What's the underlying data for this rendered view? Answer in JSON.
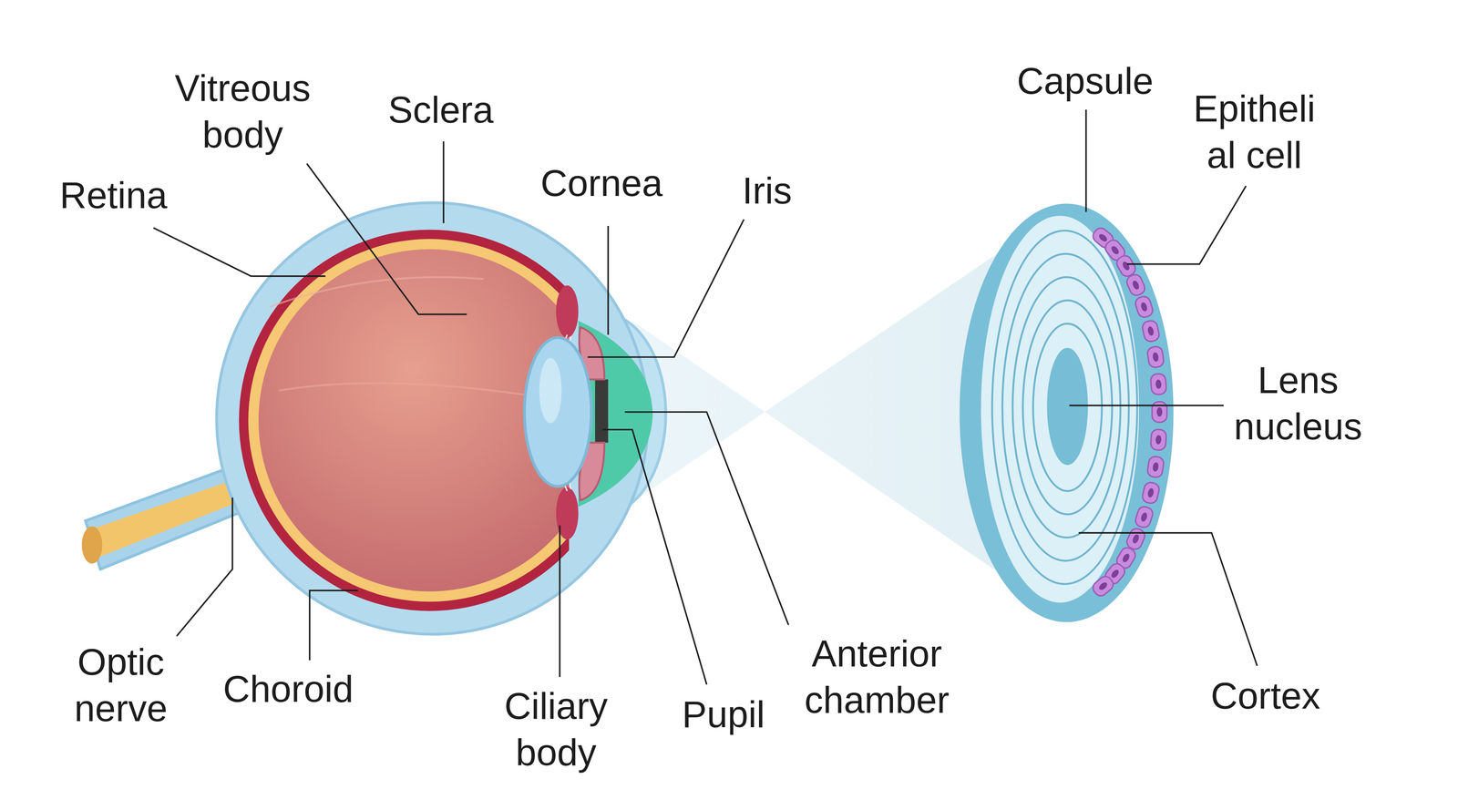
{
  "diagram": {
    "labels": [
      "Capsule",
      "Vitreous body",
      "Epitheli al cell",
      "Sclera",
      "Cornea",
      "Iris",
      "Retina",
      "Lens nucleus",
      "Anterior chamber",
      "Optic nerve",
      "Choroid",
      "Cortex",
      "Ciliary body",
      "Pupil"
    ]
  }
}
